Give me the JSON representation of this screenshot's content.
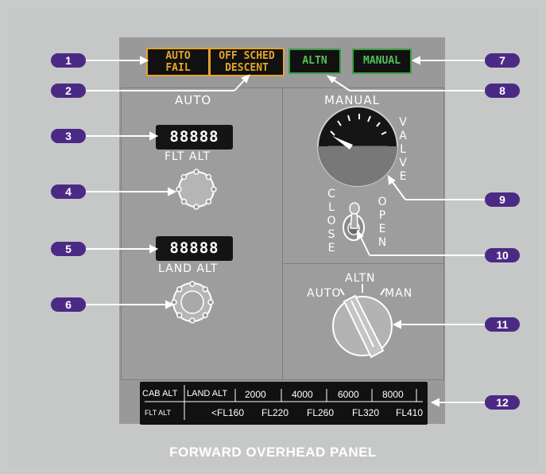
{
  "annunciators": {
    "auto_fail": [
      "AUTO",
      "FAIL"
    ],
    "off_sched_descent": [
      "OFF SCHED",
      "DESCENT"
    ],
    "altn": "ALTN",
    "manual": "MANUAL"
  },
  "auto_section": {
    "title": "AUTO",
    "flt_alt_display": "88888",
    "flt_alt_label": "FLT ALT",
    "land_alt_display": "88888",
    "land_alt_label": "LAND ALT"
  },
  "manual_section": {
    "title": "MANUAL",
    "valve_letters": [
      "V",
      "A",
      "L",
      "V",
      "E"
    ],
    "close_letters": [
      "C",
      "L",
      "O",
      "S",
      "E"
    ],
    "open_letters": [
      "O",
      "P",
      "E",
      "N"
    ]
  },
  "mode_selector": {
    "auto": "AUTO",
    "altn": "ALTN",
    "man": "MAN"
  },
  "placard": {
    "cab_alt": "CAB ALT",
    "flt_alt": "FLT ALT",
    "land_alt": "LAND ALT",
    "land_alt_values": [
      "2000",
      "4000",
      "6000",
      "8000"
    ],
    "flt_alt_values": [
      "<FL160",
      "FL220",
      "FL260",
      "FL320",
      "FL410"
    ]
  },
  "callouts": [
    "1",
    "2",
    "3",
    "4",
    "5",
    "6",
    "7",
    "8",
    "9",
    "10",
    "11",
    "12"
  ],
  "footer": "FORWARD OVERHEAD PANEL",
  "colors": {
    "callout": "#4b2a86",
    "amber": "#e4a52a",
    "green": "#53c05a",
    "panel": "#999999"
  }
}
